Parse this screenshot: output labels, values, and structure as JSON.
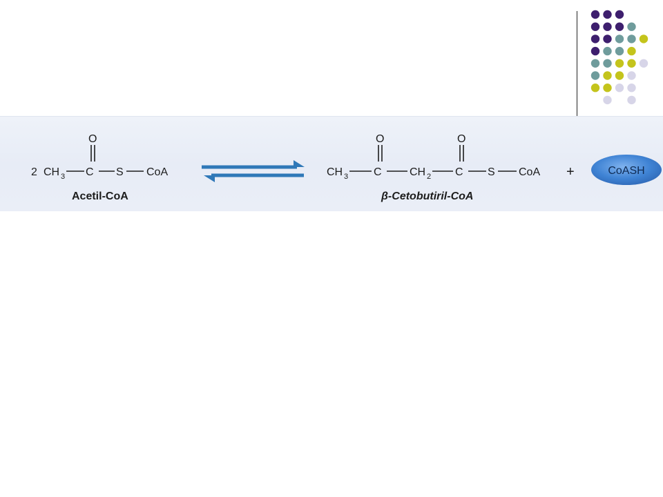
{
  "decor": {
    "colors": {
      "purple": "#3e1f6e",
      "teal": "#6f9c9c",
      "lime": "#c4c41c",
      "lavender": "#d7d5e8"
    },
    "dot_rows": [
      [
        "purple",
        "purple",
        "purple",
        null,
        null
      ],
      [
        "purple",
        "purple",
        "purple",
        "teal",
        null
      ],
      [
        "purple",
        "purple",
        "teal",
        "teal",
        "lime"
      ],
      [
        "purple",
        "teal",
        "teal",
        "lime",
        null
      ],
      [
        "teal",
        "teal",
        "lime",
        "lime",
        "lavender"
      ],
      [
        "teal",
        "lime",
        "lime",
        "lavender",
        null
      ],
      [
        "lime",
        "lime",
        "lavender",
        "lavender",
        null
      ],
      [
        null,
        "lavender",
        null,
        "lavender",
        null
      ]
    ]
  },
  "reaction": {
    "reactant": {
      "coefficient": "2",
      "ch3": "CH",
      "ch3_sub": "3",
      "carbon": "C",
      "oxygen": "O",
      "sulfur": "S",
      "coa": "CoA",
      "name": "Acetil-CoA"
    },
    "product": {
      "ch3": "CH",
      "ch3_sub": "3",
      "carbon1": "C",
      "oxygen1": "O",
      "ch2": "CH",
      "ch2_sub": "2",
      "carbon2": "C",
      "oxygen2": "O",
      "sulfur": "S",
      "coa": "CoA",
      "name": "β-Cetobutiril-CoA"
    },
    "plus": "+",
    "byproduct": {
      "label": "CoASH",
      "color": "#3f83d4"
    },
    "arrow_color": "#2f78b8"
  }
}
